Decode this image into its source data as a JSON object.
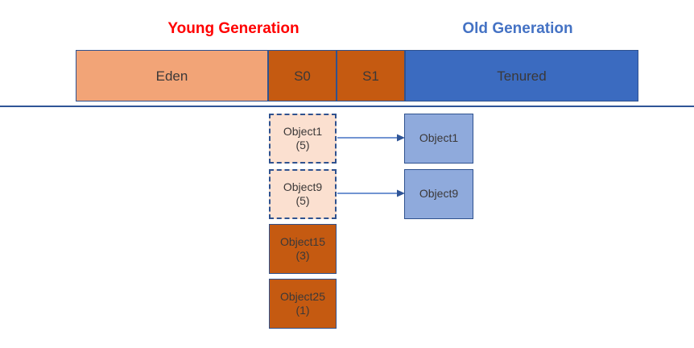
{
  "diagram": {
    "title_young": "Young Generation",
    "title_old": "Old Generation",
    "colors": {
      "young_title": "#FF0000",
      "old_title": "#4472C4",
      "eden_fill": "#F2A477",
      "survivor_fill": "#C55A11",
      "tenured_fill": "#3B6BC0",
      "tenured_object_fill": "#8FAADC",
      "pending_fill": "#FBE0D0",
      "border": "#2F528F",
      "divider": "#2F5597",
      "arrow": "#4472C4"
    }
  },
  "heap": {
    "segments": [
      {
        "name": "eden",
        "label": "Eden"
      },
      {
        "name": "s0",
        "label": "S0"
      },
      {
        "name": "s1",
        "label": "S1"
      },
      {
        "name": "tenured",
        "label": "Tenured"
      }
    ]
  },
  "survivor_objects": [
    {
      "label": "Object1",
      "age": "(5)",
      "state": "promoting"
    },
    {
      "label": "Object9",
      "age": "(5)",
      "state": "promoting"
    },
    {
      "label": "Object15",
      "age": "(3)",
      "state": "retained"
    },
    {
      "label": "Object25",
      "age": "(1)",
      "state": "retained"
    }
  ],
  "tenured_objects": [
    {
      "label": "Object1"
    },
    {
      "label": "Object9"
    }
  ]
}
